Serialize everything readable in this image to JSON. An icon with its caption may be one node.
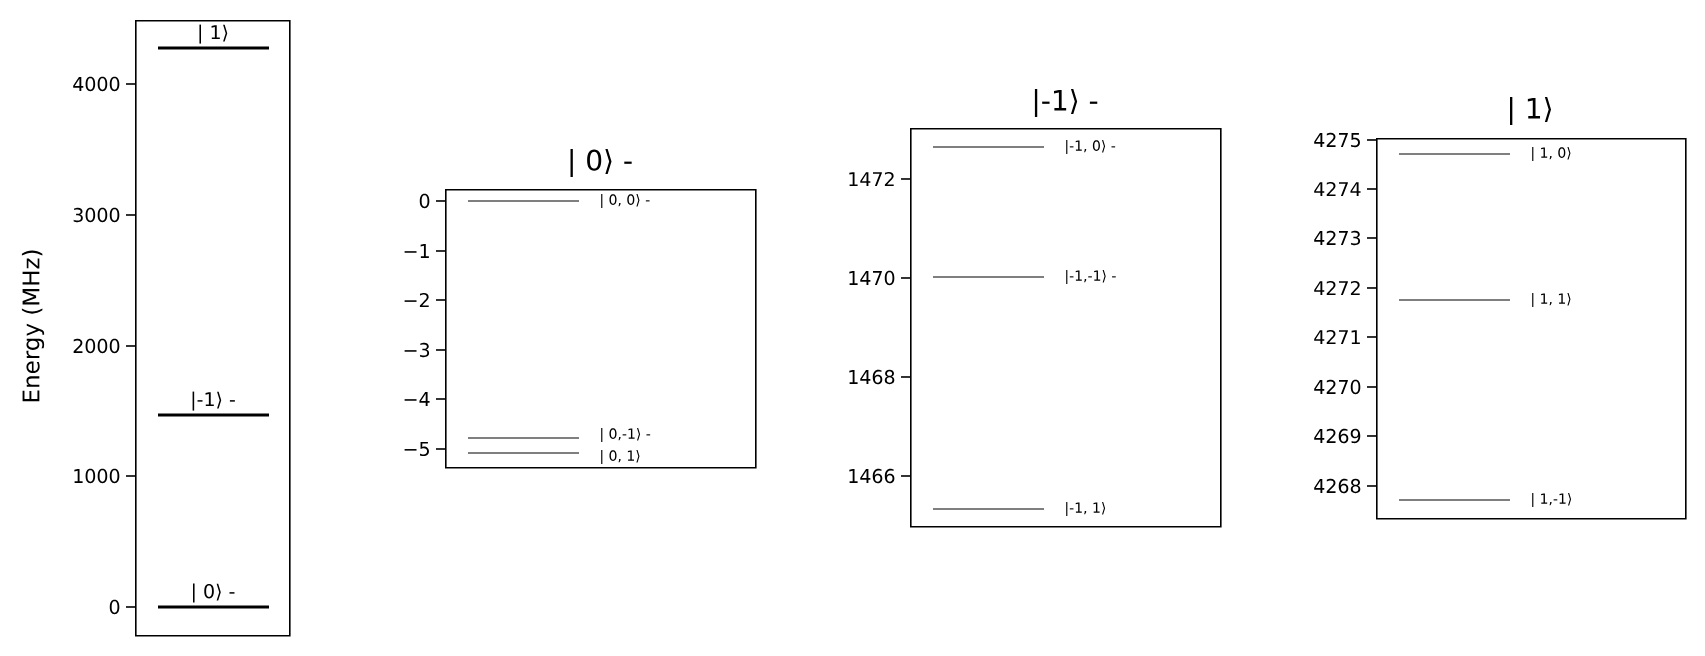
{
  "diagram": {
    "nodes": [
      {
        "text": [],
        "shape": "box"
      },
      {
        "text": [
          "| 1⟩"
        ],
        "in": 0
      },
      {
        "text": [
          "|-1⟩ -"
        ],
        "in": 0
      },
      {
        "text": [
          "| 0⟩ -"
        ],
        "in": 0
      },
      {
        "text": [
          "| 0⟩ -"
        ]
      },
      {
        "text": [
          "| 0, 0⟩ -"
        ],
        "in": 4
      },
      {
        "text": [
          "| 0,-1⟩ -"
        ],
        "in": 4
      },
      {
        "text": [
          "| 0, 1⟩"
        ],
        "in": 4
      },
      {
        "text": [
          "|-1⟩ -"
        ]
      },
      {
        "text": [
          "|-1, 0⟩ -"
        ],
        "in": 8
      },
      {
        "text": [
          "|-1,-1⟩ -"
        ],
        "in": 8
      },
      {
        "text": [
          "|-1, 1⟩"
        ],
        "in": 8
      },
      {
        "text": [
          "| 1⟩"
        ]
      },
      {
        "text": [
          "| 1, 0⟩"
        ],
        "in": 12
      },
      {
        "text": [
          "| 1, 1⟩"
        ],
        "in": 12
      },
      {
        "text": [
          "| 1,-1⟩"
        ],
        "in": 12
      }
    ],
    "labels": [
      "Energy (MHz)",
      "4000",
      "3000",
      "2000",
      "1000",
      "0",
      "0",
      "−1",
      "−2",
      "−3",
      "−4",
      "−5",
      "1472",
      "1470",
      "1468",
      "1466",
      "4275",
      "4274",
      "4273",
      "4272",
      "4271",
      "4270",
      "4269",
      "4268"
    ]
  }
}
